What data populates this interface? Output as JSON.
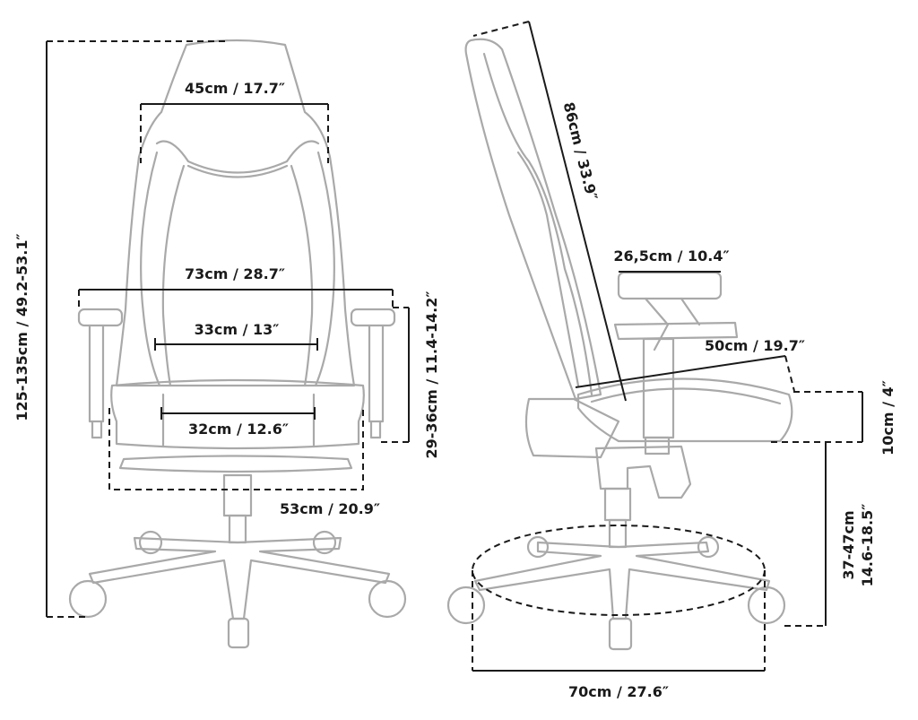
{
  "front": {
    "height": "125-135cm / 49.2-53.1″",
    "headrest_width": "45cm / 17.7″",
    "armrest_span": "73cm / 28.7″",
    "backrest_width": "33cm / 13″",
    "seat_width": "32cm / 12.6″",
    "base_width": "53cm / 20.9″",
    "armrest_height": "29-36cm / 11.4-14.2″"
  },
  "side": {
    "backrest_height": "86cm / 33.9″",
    "armrest_pad_length": "26,5cm / 10.4″",
    "seat_depth": "50cm / 19.7″",
    "seat_thickness": "10cm / 4″",
    "seat_height_line1": "37-47cm",
    "seat_height_line2": "14.6-18.5″",
    "base_diameter": "70cm / 27.6″"
  }
}
